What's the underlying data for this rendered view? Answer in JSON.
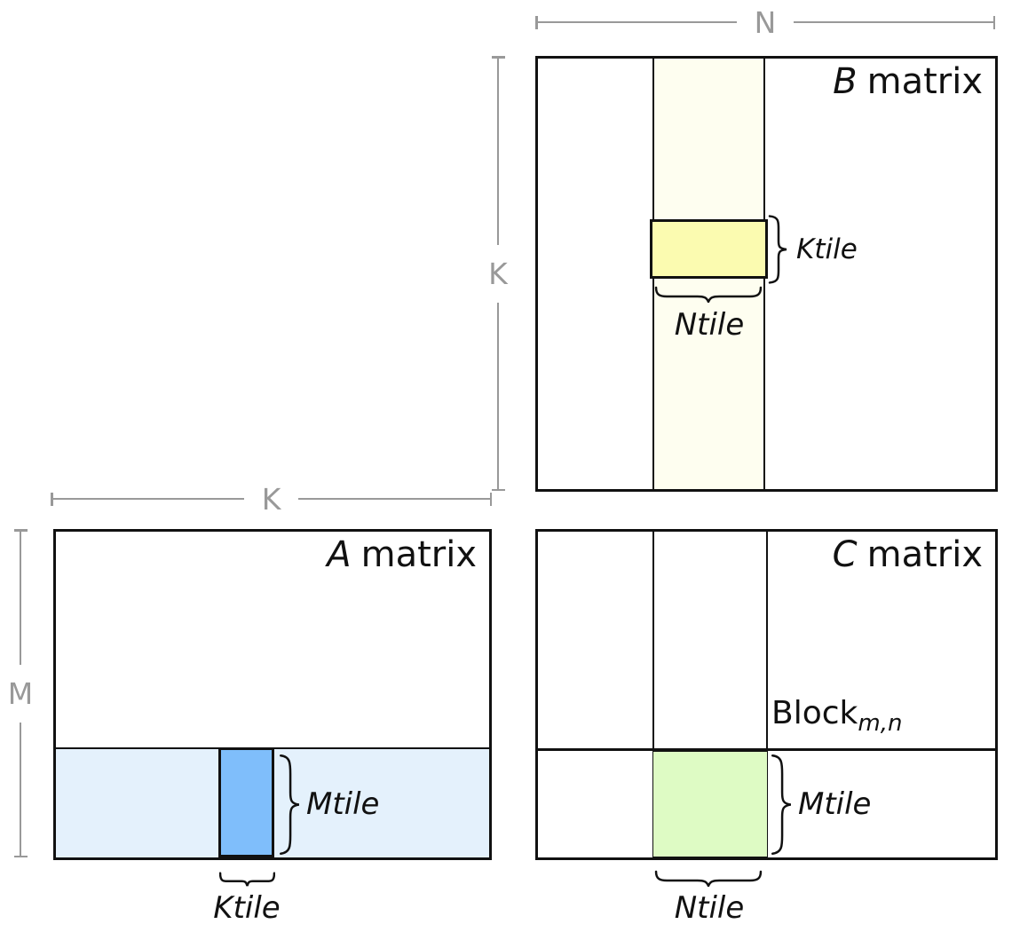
{
  "dims": {
    "n": "N",
    "k_b": "K",
    "k_a": "K",
    "m": "M"
  },
  "matrices": {
    "b": {
      "letter": "B",
      "word": "matrix",
      "height_tile": "Ktile",
      "width_tile": "Ntile"
    },
    "a": {
      "letter": "A",
      "word": "matrix",
      "height_tile": "Mtile",
      "width_tile": "Ktile"
    },
    "c": {
      "letter": "C",
      "word": "matrix",
      "height_tile": "Mtile",
      "width_tile": "Ntile",
      "block": "Block",
      "block_sub": "m,n"
    }
  },
  "colors": {
    "b_strip": "#FEFEF0",
    "b_tile": "#FBFBB0",
    "a_strip": "#E4F1FC",
    "a_tile": "#7FBEFB",
    "c_tile": "#DEFBC4",
    "dim_gray": "#999999",
    "line": "#111111"
  }
}
